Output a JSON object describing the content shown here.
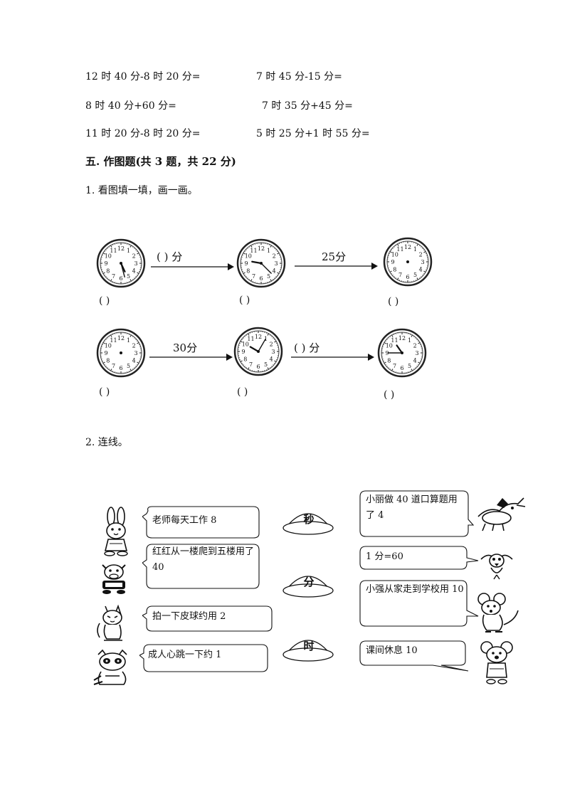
{
  "calc_rows": [
    {
      "left": "12 时 40 分-8 时 20 分=",
      "right": "7 时 45 分-15 分="
    },
    {
      "left": "8 时 40 分+60 分=",
      "right": "7 时 35 分+45 分="
    },
    {
      "left": "11 时 20 分-8 时 20 分=",
      "right": "5 时 25 分+1 时 55 分="
    }
  ],
  "section5": {
    "title": "五. 作图题(共 3 题，共 22 分)"
  },
  "q1": {
    "label": "1. 看图填一填，画一画。"
  },
  "clocks_row1": {
    "arrow1_label": "(        ) 分",
    "arrow2_label": "25分",
    "paren_a": "(           )",
    "paren_b": "(          )",
    "paren_c": "(           )"
  },
  "clocks_row2": {
    "arrow1_label": "30分",
    "arrow2_label": "(        ) 分",
    "paren_a": "(           )",
    "paren_b": "(          )",
    "paren_c": "(           )"
  },
  "q2": {
    "label": "2. 连线。"
  },
  "left_bubbles": [
    "老师每天工作 8",
    "红红从一楼爬到五楼用了 40",
    "拍一下皮球约用 2",
    "成人心跳一下约 1"
  ],
  "bowls": [
    "秒",
    "分",
    "时"
  ],
  "right_bubbles": [
    "小丽做 40 道口算题用了 4",
    "1 分=60",
    "小强从家走到学校用 10",
    "课间休息 10"
  ],
  "icons": [
    "rabbit-icon",
    "cow-icon",
    "cat-icon",
    "raccoon-icon",
    "dragon-icon",
    "bird-icon",
    "mouse-icon",
    "koala-icon",
    "clock-icon"
  ]
}
